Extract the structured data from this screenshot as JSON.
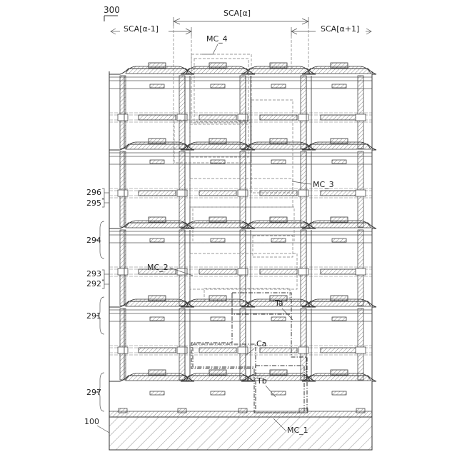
{
  "figure": {
    "number": "300",
    "sca_center": "SCA[α]",
    "sca_left": "SCA[α-1]",
    "sca_right": "SCA[α+1]",
    "cells": [
      "MC_4",
      "MC_3",
      "MC_2",
      "MC_1"
    ],
    "elements": [
      "Ta",
      "Ca",
      "Tb"
    ],
    "layers_left": [
      "296",
      "295",
      "294",
      "293",
      "292",
      "291",
      "297"
    ],
    "substrate": "100"
  }
}
